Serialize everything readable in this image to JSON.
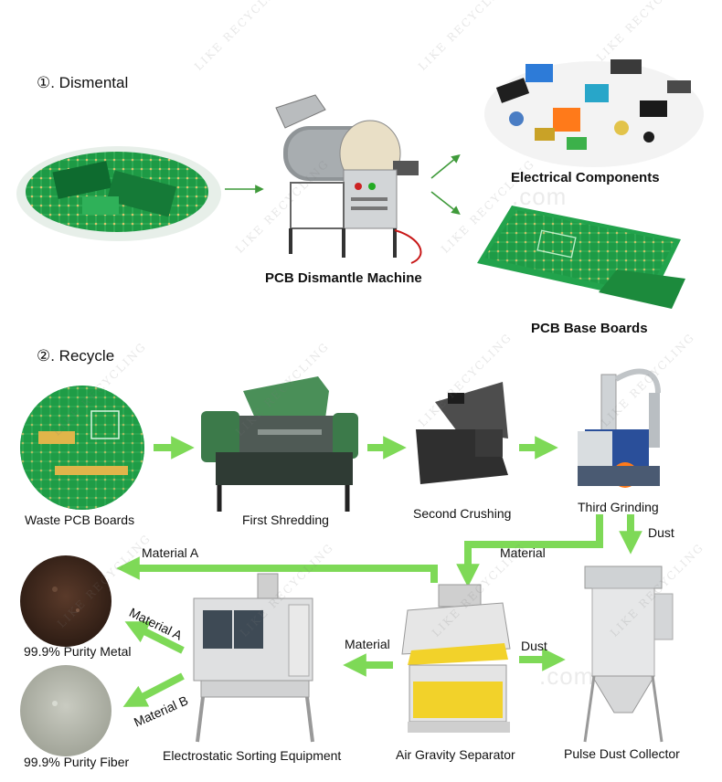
{
  "sections": {
    "dismantle": "①. Dismental",
    "recycle": "②. Recycle"
  },
  "stage1": {
    "machine": "PCB Dismantle Machine",
    "components": "Electrical Components",
    "base_boards": "PCB Base Boards"
  },
  "stage2": {
    "waste": "Waste PCB Boards",
    "shredding": "First Shredding",
    "crushing": "Second Crushing",
    "grinding": "Third Grinding",
    "dust_collector": "Pulse Dust Collector",
    "gravity_separator": "Air Gravity Separator",
    "electrostatic": "Electrostatic Sorting Equipment",
    "metal": "99.9% Purity Metal",
    "fiber": "99.9% Purity Fiber"
  },
  "flow_labels": {
    "dust_1": "Dust",
    "material_1": "Material",
    "material_a_top": "Material A",
    "material_2": "Material",
    "dust_2": "Dust",
    "material_a": "Material A",
    "material_b": "Material B"
  },
  "watermark": {
    "brand": "LIKE RECYCLING",
    "site": ".com"
  },
  "colors": {
    "arrow_green": "#7ed957",
    "pcb_green": "#1c8a3c",
    "machine_dark": "#2f3b34",
    "machine_green": "#3c7a4a"
  }
}
